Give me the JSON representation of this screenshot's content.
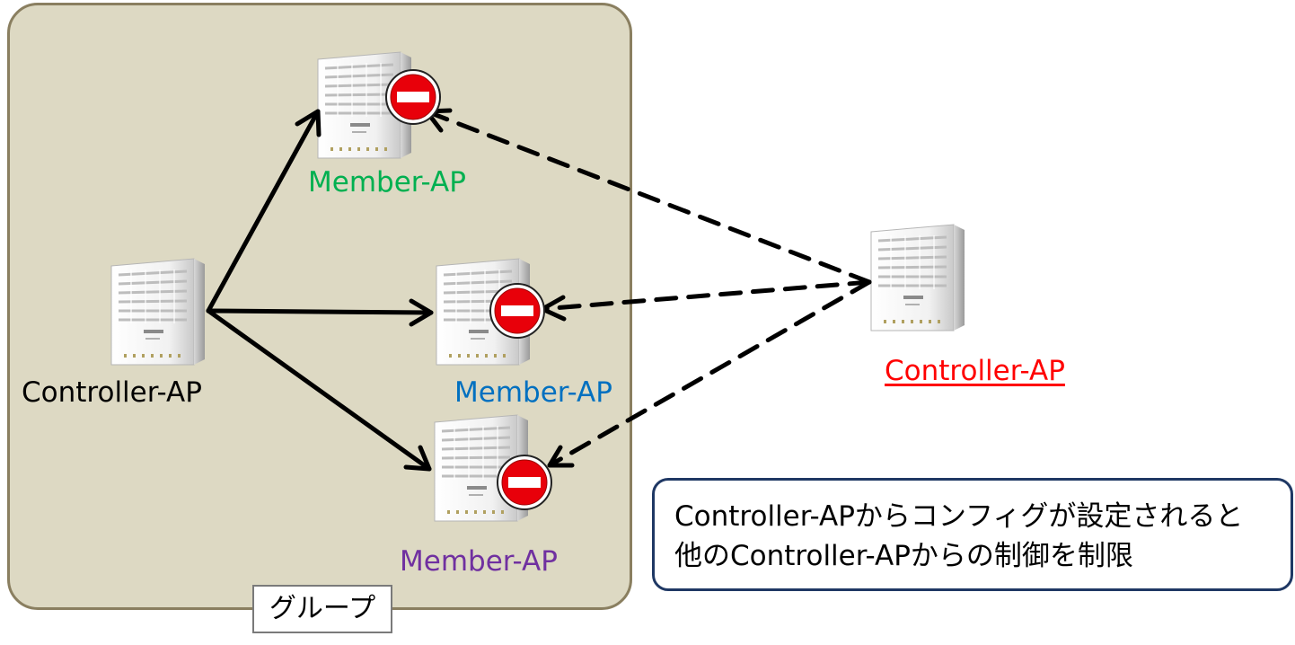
{
  "group": {
    "label": "グループ"
  },
  "nodes": {
    "controller_left": {
      "label": "Controller-AP",
      "color": "#000000"
    },
    "member_top": {
      "label": "Member-AP",
      "color": "#00b050"
    },
    "member_middle": {
      "label": "Member-AP",
      "color": "#0070c0"
    },
    "member_bottom": {
      "label": "Member-AP",
      "color": "#7030a0"
    },
    "controller_right": {
      "label": "Controller-AP",
      "color": "#ff0000",
      "underlined": true
    }
  },
  "note": {
    "line1": "Controller-APからコンフィグが設定されると",
    "line2": "他のController-APからの制御を制限"
  },
  "icons": {
    "access_point": "access-point-icon",
    "blocked": "no-entry-icon"
  },
  "colors": {
    "group_fill": "#ddd9c3",
    "no_entry_red": "#e8000a",
    "note_border": "#1f3864"
  }
}
